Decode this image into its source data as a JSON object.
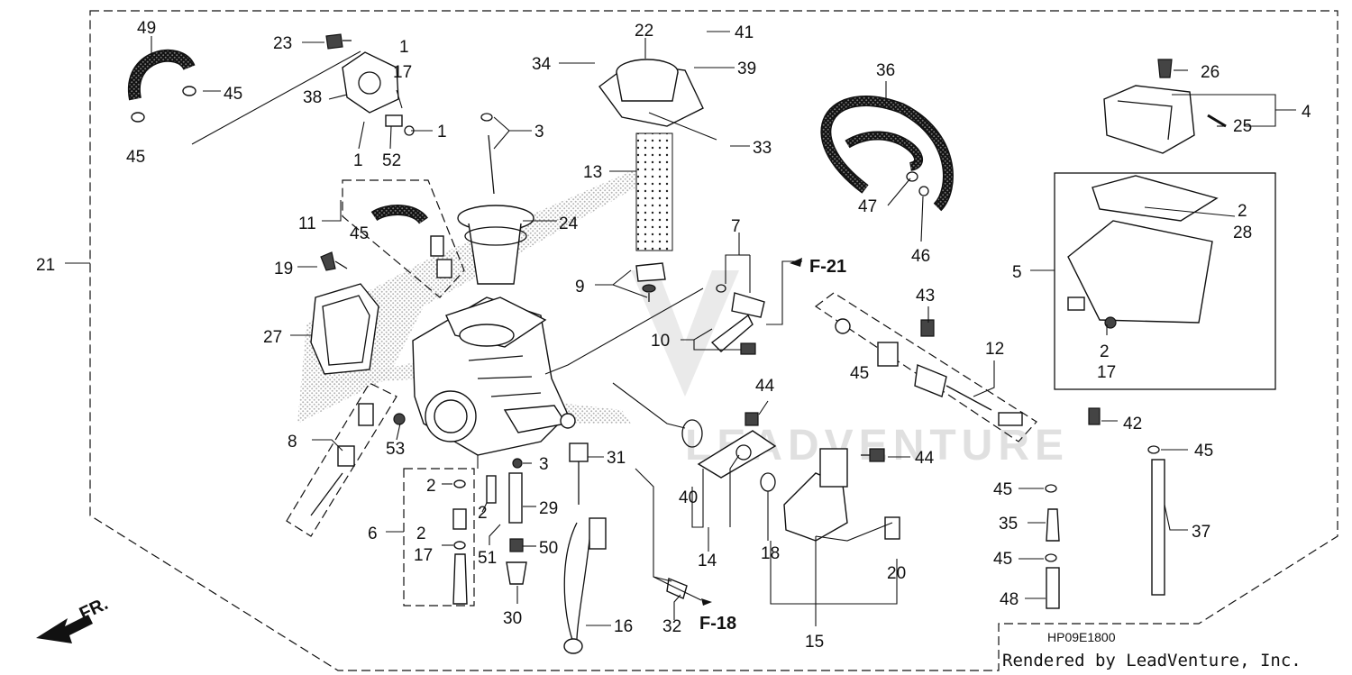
{
  "diagram": {
    "code": "HP09E1800",
    "credit": "Rendered by LeadVenture, Inc.",
    "watermark": "LEADVENTURE",
    "front_marker": "FR.",
    "refs": [
      "F-21",
      "F-18"
    ],
    "callouts": {
      "c1": "21",
      "c2": "49",
      "c3": "23",
      "c4": "1",
      "c5": "17",
      "c6": "45",
      "c7": "38",
      "c8": "45",
      "c9": "1",
      "c10": "1",
      "c11": "52",
      "c12": "22",
      "c13": "41",
      "c14": "34",
      "c15": "39",
      "c16": "3",
      "c17": "33",
      "c18": "13",
      "c19": "24",
      "c20": "11",
      "c21": "45",
      "c22": "19",
      "c23": "27",
      "c24": "9",
      "c25": "7",
      "c26": "10",
      "c27": "36",
      "c28": "47",
      "c29": "46",
      "c30": "43",
      "c31": "12",
      "c32": "45",
      "c33": "26",
      "c34": "4",
      "c35": "25",
      "c36": "2",
      "c37": "28",
      "c38": "5",
      "c39": "2",
      "c40": "17",
      "c41": "42",
      "c42": "45",
      "c43": "44",
      "c44": "44",
      "c45": "8",
      "c46": "53",
      "c47": "31",
      "c48": "3",
      "c49": "2",
      "c50": "2",
      "c51": "29",
      "c52": "6",
      "c53": "2",
      "c54": "17",
      "c55": "51",
      "c56": "50",
      "c57": "30",
      "c58": "16",
      "c59": "32",
      "c60": "40",
      "c61": "14",
      "c62": "18",
      "c63": "20",
      "c64": "15",
      "c65": "45",
      "c66": "35",
      "c67": "37",
      "c68": "45",
      "c69": "48"
    }
  }
}
